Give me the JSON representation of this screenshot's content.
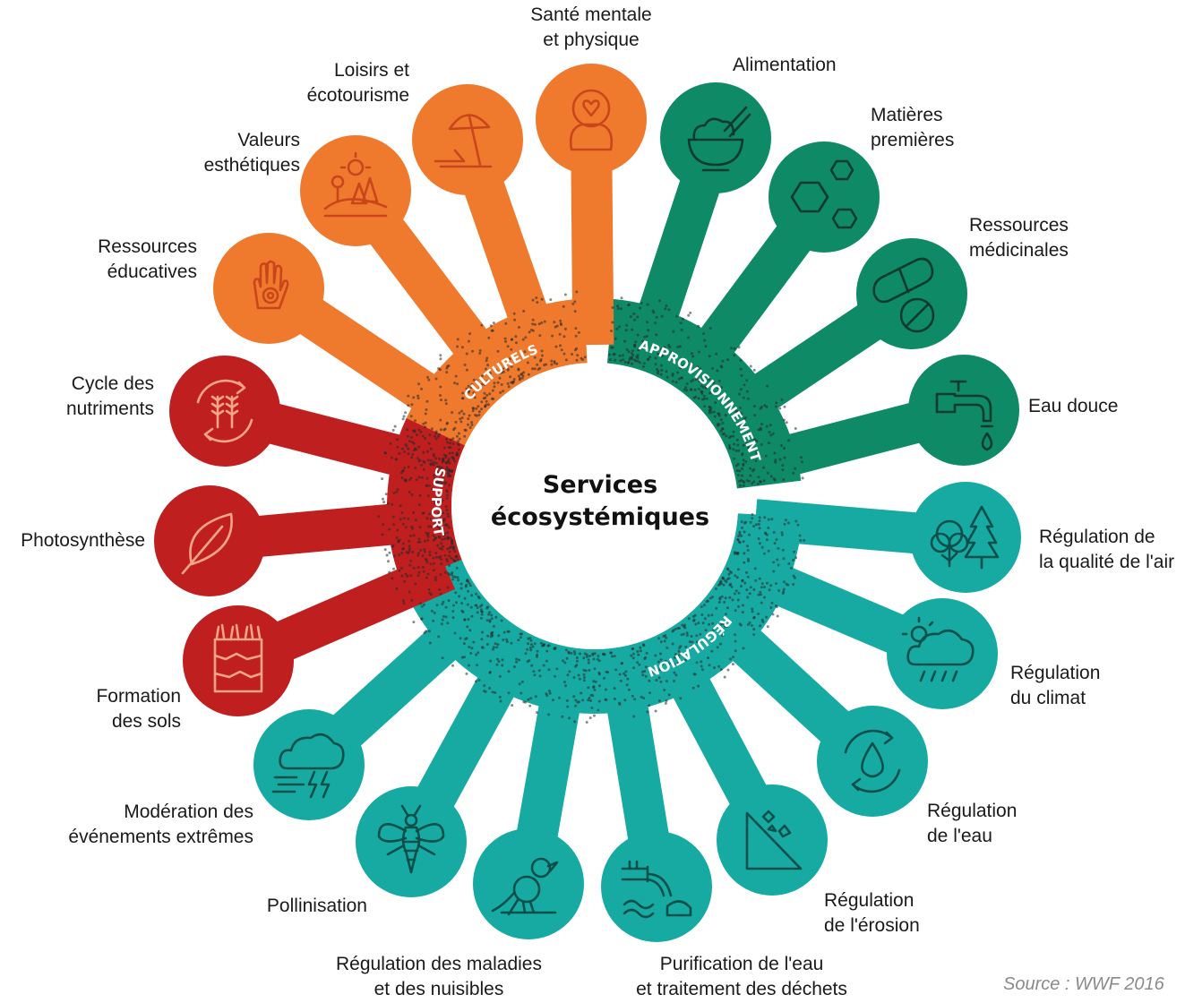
{
  "title": [
    "Services",
    "écosystémiques"
  ],
  "source": "Source : WWF 2016",
  "colors": {
    "culturels": "#ef7a2e",
    "approvisionnement": "#0e8a66",
    "regulation": "#17aaa3",
    "support": "#c01f1f",
    "icon_culturels": "#c9461b",
    "icon_approvisionnement": "#0c3b2c",
    "icon_regulation": "#0b4f4a",
    "icon_support": "#f2a488"
  },
  "categories": {
    "culturels": "CULTURELS",
    "approvisionnement": "APPROVISIONNEMENT",
    "regulation": "RÉGULATION",
    "support": "SUPPORT"
  },
  "services": [
    {
      "id": "ressources-educatives",
      "group": "culturels",
      "label": [
        "Ressources",
        "éducatives"
      ],
      "icon": "hand-icon"
    },
    {
      "id": "valeurs-esthetiques",
      "group": "culturels",
      "label": [
        "Valeurs",
        "esthétiques"
      ],
      "icon": "landscape-icon"
    },
    {
      "id": "loisirs-ecotourisme",
      "group": "culturels",
      "label": [
        "Loisirs et",
        "écotourisme"
      ],
      "icon": "beach-umbrella-icon"
    },
    {
      "id": "sante-mentale",
      "group": "culturels",
      "label": [
        "Santé mentale",
        "et physique"
      ],
      "icon": "person-heart-icon"
    },
    {
      "id": "alimentation",
      "group": "approvisionnement",
      "label": [
        "Alimentation"
      ],
      "icon": "rice-bowl-icon"
    },
    {
      "id": "matieres-premieres",
      "group": "approvisionnement",
      "label": [
        "Matières",
        "premières"
      ],
      "icon": "hexagons-icon"
    },
    {
      "id": "ressources-medicinales",
      "group": "approvisionnement",
      "label": [
        "Ressources",
        "médicinales"
      ],
      "icon": "pills-icon"
    },
    {
      "id": "eau-douce",
      "group": "approvisionnement",
      "label": [
        "Eau douce"
      ],
      "icon": "faucet-icon"
    },
    {
      "id": "qualite-air",
      "group": "regulation",
      "label": [
        "Régulation de",
        "la qualité de l'air"
      ],
      "icon": "trees-icon"
    },
    {
      "id": "climat",
      "group": "regulation",
      "label": [
        "Régulation",
        "du climat"
      ],
      "icon": "cloud-rain-icon"
    },
    {
      "id": "eau",
      "group": "regulation",
      "label": [
        "Régulation",
        "de l'eau"
      ],
      "icon": "water-cycle-icon"
    },
    {
      "id": "erosion",
      "group": "regulation",
      "label": [
        "Régulation",
        "de l'érosion"
      ],
      "icon": "landslide-icon"
    },
    {
      "id": "purification",
      "group": "regulation",
      "label": [
        "Purification de l'eau",
        "et traitement des déchets"
      ],
      "icon": "pipe-outflow-icon"
    },
    {
      "id": "maladies",
      "group": "regulation",
      "label": [
        "Régulation des maladies",
        "et des nuisibles"
      ],
      "icon": "bird-icon"
    },
    {
      "id": "pollinisation",
      "group": "regulation",
      "label": [
        "Pollinisation"
      ],
      "icon": "bee-icon"
    },
    {
      "id": "evenements-extremes",
      "group": "regulation",
      "label": [
        "Modération des",
        "événements extrêmes"
      ],
      "icon": "storm-icon"
    },
    {
      "id": "formation-sols",
      "group": "support",
      "label": [
        "Formation",
        "des sols"
      ],
      "icon": "soil-layers-icon"
    },
    {
      "id": "photosynthese",
      "group": "support",
      "label": [
        "Photosynthèse"
      ],
      "icon": "leaf-icon"
    },
    {
      "id": "cycle-nutriments",
      "group": "support",
      "label": [
        "Cycle des",
        "nutriments"
      ],
      "icon": "wheat-cycle-icon"
    }
  ]
}
